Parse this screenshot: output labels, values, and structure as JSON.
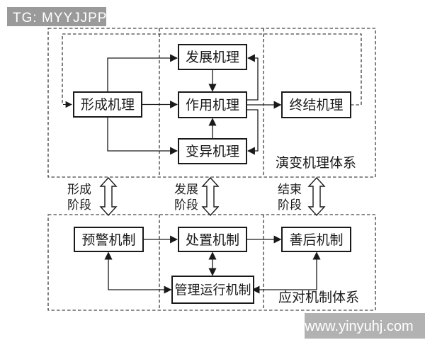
{
  "header": {
    "tag": "TG: MYYJJPP"
  },
  "watermark": {
    "url": "www.yinyuhj.com"
  },
  "colors": {
    "header_bg": "#9a9a9a",
    "watermark_bg": "#b2b2b2",
    "line": "#1a1a1a",
    "background": "#ffffff"
  },
  "diagram": {
    "top_system": {
      "label": "演变机理体系",
      "nodes": {
        "formation": "形成机理",
        "development": "发展机理",
        "action": "作用机理",
        "termination": "终结机理",
        "mutation": "变异机理"
      }
    },
    "stages": [
      {
        "line1": "形成",
        "line2": "阶段"
      },
      {
        "line1": "发展",
        "line2": "阶段"
      },
      {
        "line1": "结束",
        "line2": "阶段"
      }
    ],
    "bottom_system": {
      "label": "应对机制体系",
      "nodes": {
        "early_warning": "预警机制",
        "disposal": "处置机制",
        "aftermath": "善后机制",
        "management": "管理运行机制"
      }
    }
  }
}
